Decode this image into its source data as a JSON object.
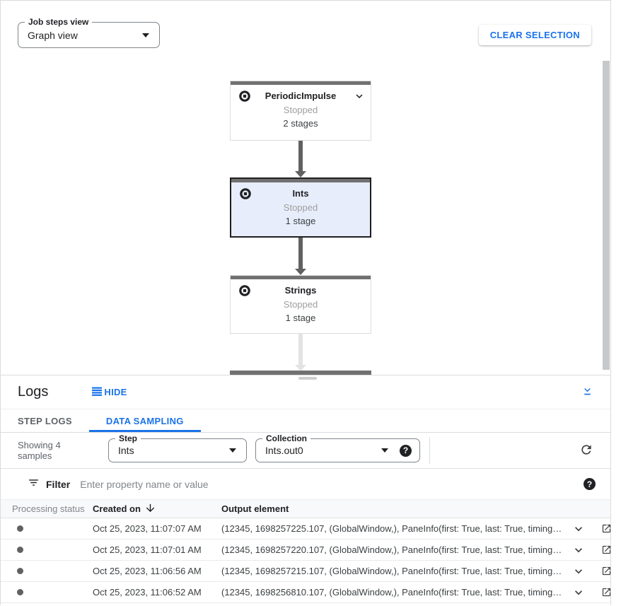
{
  "colors": {
    "accent_blue": "#1a73e8",
    "selected_node_bg": "#e8edfb",
    "node_top_bar": "#717171",
    "status_dot": "#616161",
    "border_gray": "#dadce0"
  },
  "toolbar": {
    "job_steps_view": {
      "label": "Job steps view",
      "value": "Graph view"
    },
    "clear_selection_label": "CLEAR SELECTION"
  },
  "graph": {
    "nodes": [
      {
        "title": "PeriodicImpulse",
        "status": "Stopped",
        "stages": "2 stages",
        "selected": false,
        "expandable": true
      },
      {
        "title": "Ints",
        "status": "Stopped",
        "stages": "1 stage",
        "selected": true,
        "expandable": false
      },
      {
        "title": "Strings",
        "status": "Stopped",
        "stages": "1 stage",
        "selected": false,
        "expandable": false
      }
    ]
  },
  "logs_panel": {
    "title": "Logs",
    "hide_label": "HIDE",
    "help_glyph": "?",
    "tabs": [
      {
        "label": "STEP LOGS",
        "active": false
      },
      {
        "label": "DATA SAMPLING",
        "active": true
      }
    ],
    "summary": "Showing 4 samples",
    "step_select": {
      "label": "Step",
      "value": "Ints"
    },
    "collection_select": {
      "label": "Collection",
      "value": "Ints.out0"
    },
    "filter": {
      "label": "Filter",
      "placeholder": "Enter property name or value"
    },
    "table": {
      "columns": [
        "Processing status",
        "Created on",
        "Output element"
      ],
      "rows": [
        {
          "created_on": "Oct 25, 2023, 11:07:07 AM",
          "output_element": "(12345, 1698257225.107, (GlobalWindow,), PaneInfo(first: True, last: True, timing…"
        },
        {
          "created_on": "Oct 25, 2023, 11:07:01 AM",
          "output_element": "(12345, 1698257220.107, (GlobalWindow,), PaneInfo(first: True, last: True, timing…"
        },
        {
          "created_on": "Oct 25, 2023, 11:06:56 AM",
          "output_element": "(12345, 1698257215.107, (GlobalWindow,), PaneInfo(first: True, last: True, timing…"
        },
        {
          "created_on": "Oct 25, 2023, 11:06:52 AM",
          "output_element": "(12345, 1698256810.107, (GlobalWindow,), PaneInfo(first: True, last: True, timing…"
        }
      ]
    }
  }
}
